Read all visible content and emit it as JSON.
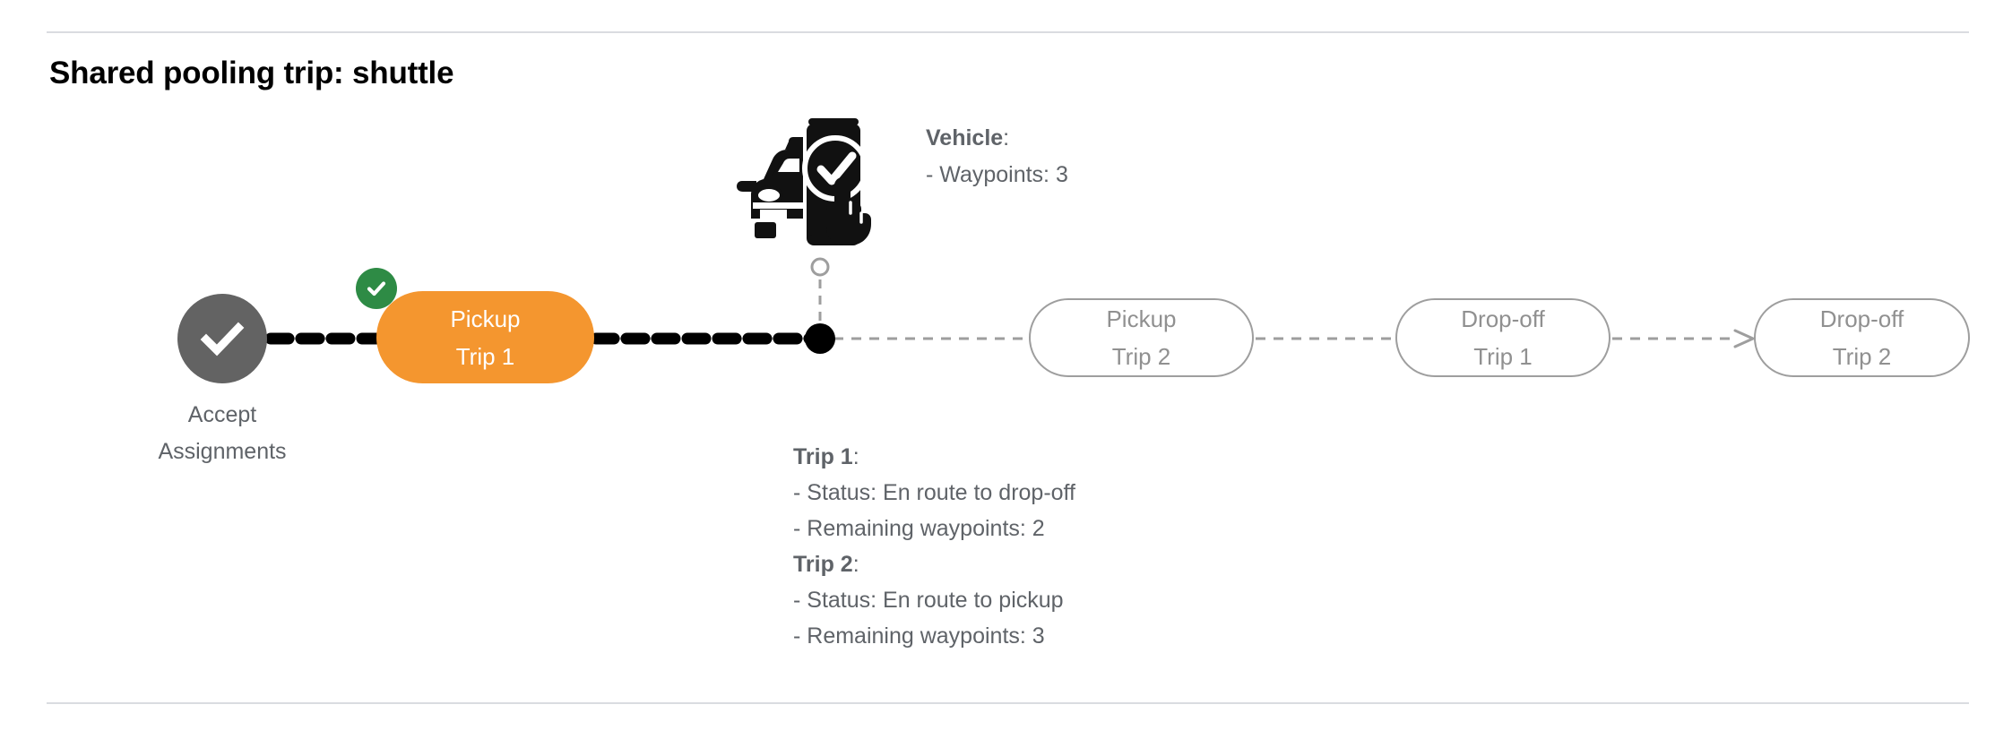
{
  "page": {
    "title": "Shared pooling trip: shuttle"
  },
  "colors": {
    "active_pill": "#F4962F",
    "active_pill_text": "#FFFFFF",
    "idle_pill_border": "#9E9E9E",
    "idle_pill_text": "#909090",
    "start_node": "#636363",
    "badge_green": "#2E8B45",
    "body_text": "#5F6368",
    "divider": "#DADCE0",
    "track_done": "#000000",
    "track_pending": "#9E9E9E"
  },
  "flow": {
    "start_node": {
      "icon": "check-circle-icon",
      "label": "Accept\nAssignments"
    },
    "steps": [
      {
        "id": "pickup-trip-1",
        "line1": "Pickup",
        "line2": "Trip 1",
        "state": "active",
        "badge": "check-badge-icon"
      },
      {
        "id": "pickup-trip-2",
        "line1": "Pickup",
        "line2": "Trip 2",
        "state": "pending"
      },
      {
        "id": "dropoff-trip-1",
        "line1": "Drop-off",
        "line2": "Trip 1",
        "state": "pending"
      },
      {
        "id": "dropoff-trip-2",
        "line1": "Drop-off",
        "line2": "Trip 2",
        "state": "pending"
      }
    ]
  },
  "vehicle": {
    "icon": "car-phone-check-icon",
    "marker": "vehicle-position-marker",
    "heading": "Vehicle",
    "heading_suffix": ":",
    "waypoints_line": "- Waypoints: 3"
  },
  "trips": {
    "trip1": {
      "heading": "Trip 1",
      "heading_suffix": ":",
      "status_line": "- Status:  En route to drop-off",
      "waypoints_line": "- Remaining waypoints: 2"
    },
    "trip2": {
      "heading": "Trip 2",
      "heading_suffix": ":",
      "status_line": "- Status:  En route to pickup",
      "waypoints_line": "- Remaining waypoints: 3"
    }
  }
}
